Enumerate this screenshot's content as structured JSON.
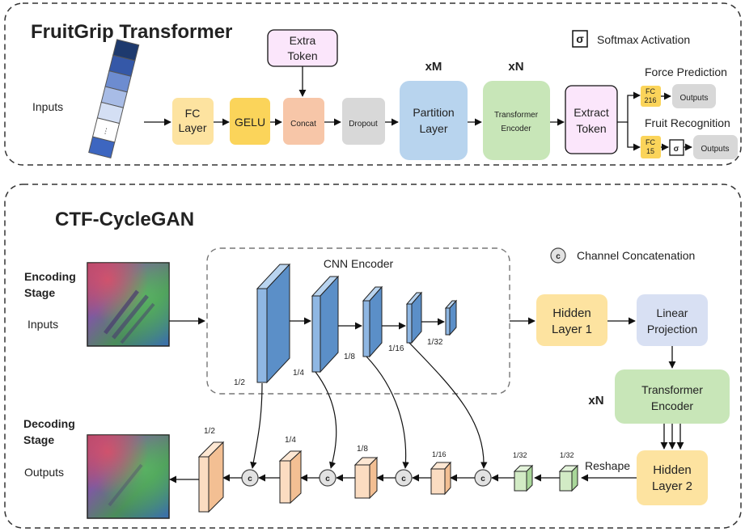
{
  "top": {
    "title": "FruitGrip Transformer",
    "inputs_label": "Inputs",
    "legend_symbol": "σ",
    "legend_label": "Softmax Activation",
    "extra_token": [
      "Extra",
      "Token"
    ],
    "fc_layer": [
      "FC",
      "Layer"
    ],
    "gelu": "GELU",
    "concat": "Concat",
    "dropout": "Dropout",
    "partition_multiplier": "xM",
    "partition_layer": [
      "Partition",
      "Layer"
    ],
    "encoder_multiplier": "xN",
    "transformer_encoder": [
      "Transformer",
      "Encoder"
    ],
    "extract_token": [
      "Extract",
      "Token"
    ],
    "force_prediction": "Force Prediction",
    "fruit_recognition": "Fruit Recognition",
    "fc216": [
      "FC",
      "216"
    ],
    "fc15": [
      "FC",
      "15"
    ],
    "sigma": "σ",
    "outputs_1": "Outputs",
    "outputs_2": "Outputs",
    "token_dots": "⋮"
  },
  "bottom": {
    "title": "CTF-CycleGAN",
    "legend_symbol": "c",
    "legend_label": "Channel Concatenation",
    "encoding_stage": [
      "Encoding",
      "Stage"
    ],
    "inputs_label": "Inputs",
    "decoding_stage": [
      "Decoding",
      "Stage"
    ],
    "outputs_label": "Outputs",
    "cnn_encoder": "CNN Encoder",
    "enc_scales": [
      "1/2",
      "1/4",
      "1/8",
      "1/16",
      "1/32"
    ],
    "hidden_layer_1": [
      "Hidden",
      "Layer 1"
    ],
    "linear_projection": [
      "Linear",
      "Projection"
    ],
    "encoder_multiplier": "xN",
    "transformer_encoder": [
      "Transformer",
      "Encoder"
    ],
    "hidden_layer_2": [
      "Hidden",
      "Layer 2"
    ],
    "reshape": "Reshape",
    "dec_scales": [
      "1/32",
      "1/32",
      "1/16",
      "1/8",
      "1/4",
      "1/2"
    ],
    "concat_symbol": "c"
  }
}
